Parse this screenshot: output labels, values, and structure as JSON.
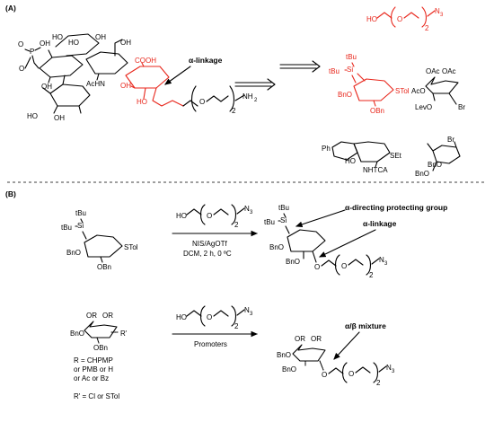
{
  "panel_a": {
    "label": "(A)",
    "alpha_linkage": "α-linkage",
    "target": {
      "phosphate_p": "P",
      "phosphate_o": "O",
      "phosphate_oh": "OH",
      "oh_labels": [
        "OH",
        "HO",
        "HO",
        "OH",
        "HO",
        "OH"
      ],
      "nhac": "AcHN",
      "cooh": "COOH",
      "kdo_oh_1": "HO",
      "kdo_oh_2": "OH",
      "linker_nh2": "NH",
      "linker_nh2_sub": "2",
      "linker_repeat": "2"
    },
    "bb_azide": {
      "ho": "HO",
      "n3": "N",
      "n3_sub": "3",
      "repeat": "2"
    },
    "bb_kdo": {
      "tbu1": "tBu",
      "tbu2": "tBu",
      "si": "Si",
      "bno": "BnO",
      "stol": "STol",
      "obn": "OBn"
    },
    "bb_rham": {
      "oac1": "OAc",
      "oac2": "OAc",
      "aco": "AcO",
      "levo": "LevO",
      "br": "Br"
    },
    "bb_glcn": {
      "ph": "Ph",
      "set": "SEt",
      "ho": "HO",
      "nhtca": "NHTCA"
    },
    "bb_fuc": {
      "br": "Br",
      "bno1": "BnO",
      "bno2": "BnO"
    }
  },
  "panel_b": {
    "label": "(B)",
    "rxn1": {
      "reagent_ho": "HO",
      "reagent_n3": "N",
      "reagent_sub": "3",
      "reagent_repeat": "2",
      "conditions_1": "NIS/AgOTf",
      "conditions_2": "DCM, 2 h, 0 ºC",
      "sm": {
        "tbu1": "tBu",
        "tbu2": "tBu",
        "si": "Si",
        "bno": "BnO",
        "stol": "STol",
        "obn": "OBn"
      },
      "prod": {
        "tbu1": "tBu",
        "tbu2": "tBu",
        "si": "Si",
        "bno": "BnO",
        "obn": "BnO",
        "n3": "N",
        "n3_sub": "3",
        "repeat": "2"
      },
      "annotation_1": "α-directing protecting group",
      "annotation_2": "α-linkage"
    },
    "rxn2": {
      "reagent_ho": "HO",
      "reagent_n3": "N",
      "reagent_sub": "3",
      "reagent_repeat": "2",
      "conditions": "Promoters",
      "sm": {
        "or1": "OR",
        "or2": "OR",
        "bno": "BnO",
        "rprime": "R'",
        "obn": "OBn"
      },
      "prod": {
        "or1": "OR",
        "or2": "OR",
        "bno1": "BnO",
        "bno2": "BnO",
        "n3": "N",
        "n3_sub": "3",
        "repeat": "2"
      },
      "annotation": "α/β mixture",
      "r_def_1": "R = CHPMP",
      "r_def_2": "or PMB or H",
      "r_def_3": "or Ac or Bz",
      "rp_def": "R' = Cl or STol"
    }
  },
  "colors": {
    "highlight": "#e8261b",
    "ink": "#000000"
  }
}
